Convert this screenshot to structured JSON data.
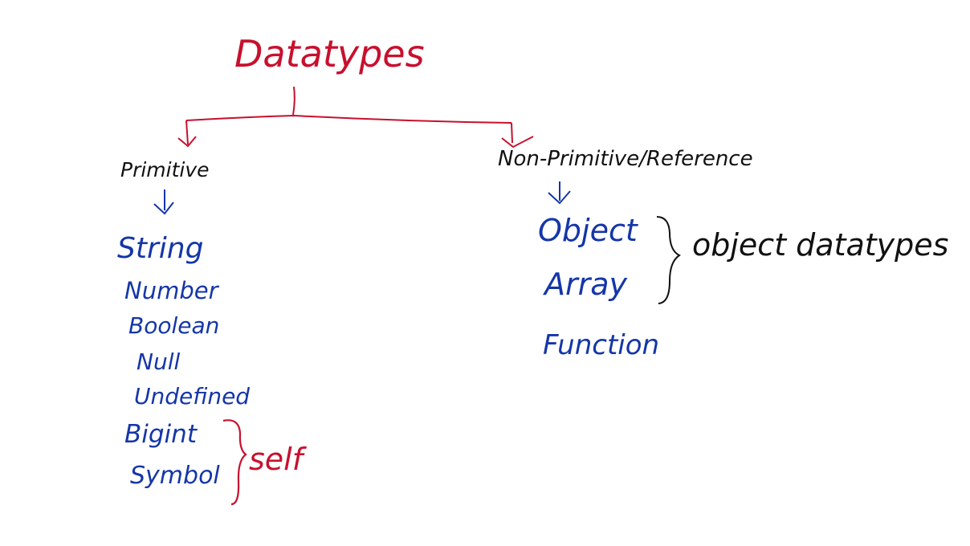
{
  "title": "Datatypes",
  "primitive": {
    "heading": "Primitive",
    "items": [
      "String",
      "Number",
      "Boolean",
      "Null",
      "Undefined",
      "Bigint",
      "Symbol"
    ],
    "bracket_note": "self"
  },
  "non_primitive": {
    "heading": "Non-Primitive/Reference",
    "items": [
      "Object",
      "Array",
      "Function"
    ],
    "bracket_note": "object datatypes"
  },
  "colors": {
    "title": "#c8102e",
    "heading": "#111111",
    "items": "#1536a8",
    "note_red": "#c8102e",
    "note_black": "#111111"
  }
}
